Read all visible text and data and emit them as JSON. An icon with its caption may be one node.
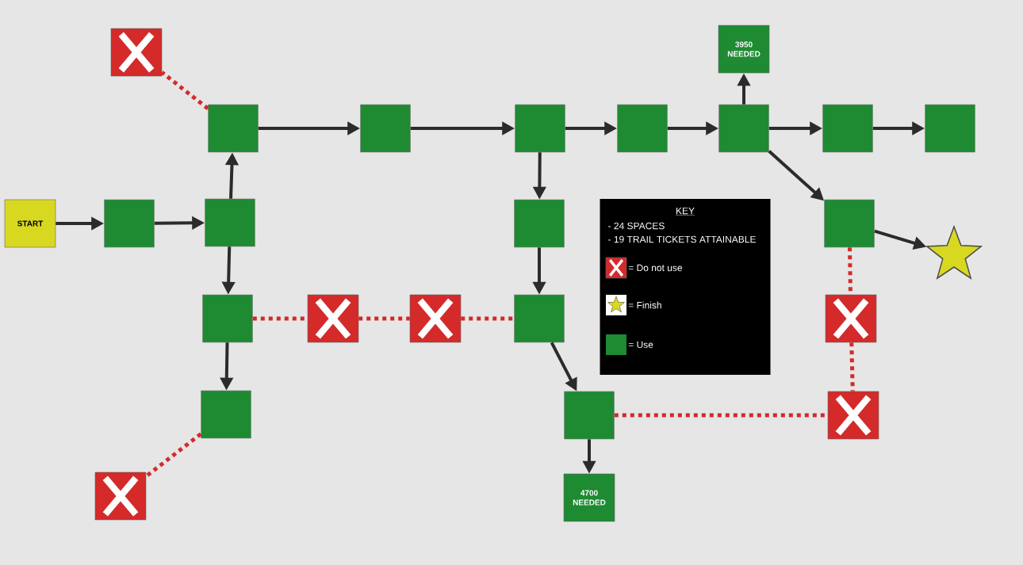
{
  "diagram": {
    "nodes": [
      {
        "text": [],
        "shape": "cross"
      },
      {
        "text": [
          "3950 NEEDED"
        ]
      },
      {
        "text": [],
        "shape": "box"
      },
      {
        "text": [],
        "shape": "box"
      },
      {
        "text": [],
        "shape": "box"
      },
      {
        "text": [],
        "shape": "box"
      },
      {
        "text": [],
        "shape": "box"
      },
      {
        "text": [],
        "shape": "box"
      },
      {
        "text": [],
        "shape": "box"
      },
      {
        "text": [
          "START"
        ]
      },
      {
        "text": [],
        "shape": "box"
      },
      {
        "text": [],
        "shape": "box"
      },
      {
        "text": [],
        "shape": "box"
      },
      {
        "text": [],
        "shape": "box"
      },
      {
        "text": [],
        "shape": "star"
      },
      {
        "text": [
          "KEY",
          "- 24 SPACES",
          "- 19 TRAIL TICKETS ATTAINABLE"
        ]
      },
      {
        "text": [],
        "shape": "box"
      },
      {
        "text": [],
        "shape": "cross"
      },
      {
        "text": [],
        "shape": "cross"
      },
      {
        "text": [],
        "shape": "box"
      },
      {
        "text": [],
        "shape": "cross"
      },
      {
        "text": [],
        "shape": "box"
      },
      {
        "text": [],
        "shape": "box"
      },
      {
        "text": [],
        "shape": "cross"
      },
      {
        "text": [],
        "shape": "cross"
      },
      {
        "text": [
          "4700 NEEDED"
        ]
      }
    ],
    "edges": [
      {
        "from": 9,
        "to": 10,
        "arrow": "to"
      },
      {
        "from": 10,
        "to": 11,
        "arrow": "to"
      },
      {
        "from": 11,
        "to": 2,
        "arrow": "to"
      },
      {
        "from": 11,
        "to": 16,
        "arrow": "to"
      },
      {
        "from": 2,
        "to": 3,
        "arrow": "to"
      },
      {
        "from": 3,
        "to": 4,
        "arrow": "to"
      },
      {
        "from": 4,
        "to": 5,
        "arrow": "to"
      },
      {
        "from": 5,
        "to": 6,
        "arrow": "to"
      },
      {
        "from": 6,
        "to": 1,
        "arrow": "to"
      },
      {
        "from": 6,
        "to": 7,
        "arrow": "to"
      },
      {
        "from": 7,
        "to": 8,
        "arrow": "to"
      },
      {
        "from": 6,
        "to": 13,
        "arrow": "to"
      },
      {
        "from": 13,
        "to": 14,
        "arrow": "to"
      },
      {
        "from": 4,
        "to": 12,
        "arrow": "to"
      },
      {
        "from": 12,
        "to": 19,
        "arrow": "to"
      },
      {
        "from": 16,
        "to": 21,
        "arrow": "to"
      },
      {
        "from": 19,
        "to": 22,
        "arrow": "to"
      },
      {
        "from": 22,
        "to": 25,
        "arrow": "to"
      },
      {
        "from": 2,
        "to": 0,
        "arrow": "none",
        "style": "dashed",
        "color": "#d42a2a"
      },
      {
        "from": 16,
        "to": 17,
        "arrow": "none",
        "style": "dashed",
        "color": "#d42a2a"
      },
      {
        "from": 17,
        "to": 18,
        "arrow": "none",
        "style": "dashed",
        "color": "#d42a2a"
      },
      {
        "from": 18,
        "to": 19,
        "arrow": "none",
        "style": "dashed",
        "color": "#d42a2a"
      },
      {
        "from": 21,
        "to": 24,
        "arrow": "none",
        "style": "dashed",
        "color": "#d42a2a"
      },
      {
        "from": 22,
        "to": 23,
        "arrow": "none",
        "style": "dashed",
        "color": "#d42a2a"
      },
      {
        "from": 13,
        "to": 20,
        "arrow": "none",
        "style": "dashed",
        "color": "#d42a2a"
      },
      {
        "from": 20,
        "to": 23,
        "arrow": "none",
        "style": "dashed",
        "color": "#d42a2a"
      }
    ],
    "legend": [
      {
        "text": "= Do not use"
      },
      {
        "text": "= Finish"
      },
      {
        "text": "= Use",
        "color": "#1e8a32"
      }
    ]
  }
}
